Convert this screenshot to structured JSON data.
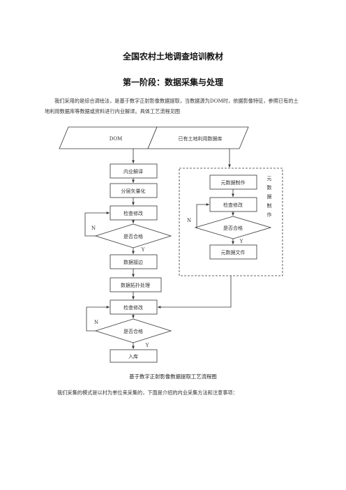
{
  "doc_title": "全国农村土地调查培训教材",
  "section_title": "第一阶段：数据采集与处理",
  "intro_paragraph": "我们采用的是综合调绘法，是基于数字正射影像数据提取，当数据源为DOM时，依据影像特征，参照已有的土地利用数据库等数据或资料进行内业解译。具体工艺流程见图",
  "flowchart": {
    "input_dom": "DOM",
    "input_database": "已有土地利用数据库",
    "step_interpretation": "内业解译",
    "step_vectorize": "分层矢量化",
    "step_check1": "检查修改",
    "decision1": "是否合格",
    "step_edge": "数据接边",
    "step_topology": "数据拓扑处理",
    "step_check3": "检查修改",
    "decision3": "是否合格",
    "step_storage": "入库",
    "meta_make": "元数据制作",
    "meta_check": "检查修改",
    "meta_decision": "是否合格",
    "meta_file": "元数据文件",
    "meta_group_label": [
      "元",
      "数",
      "据",
      "制",
      "作"
    ],
    "label_no": "N",
    "label_yes": "Y"
  },
  "figure_caption": "基于数字正射影像数据提取工艺流程图",
  "closing_paragraph": "我们采集的模式是以村为单位来采集的，下面是介绍的内业采集方法和注意事项："
}
